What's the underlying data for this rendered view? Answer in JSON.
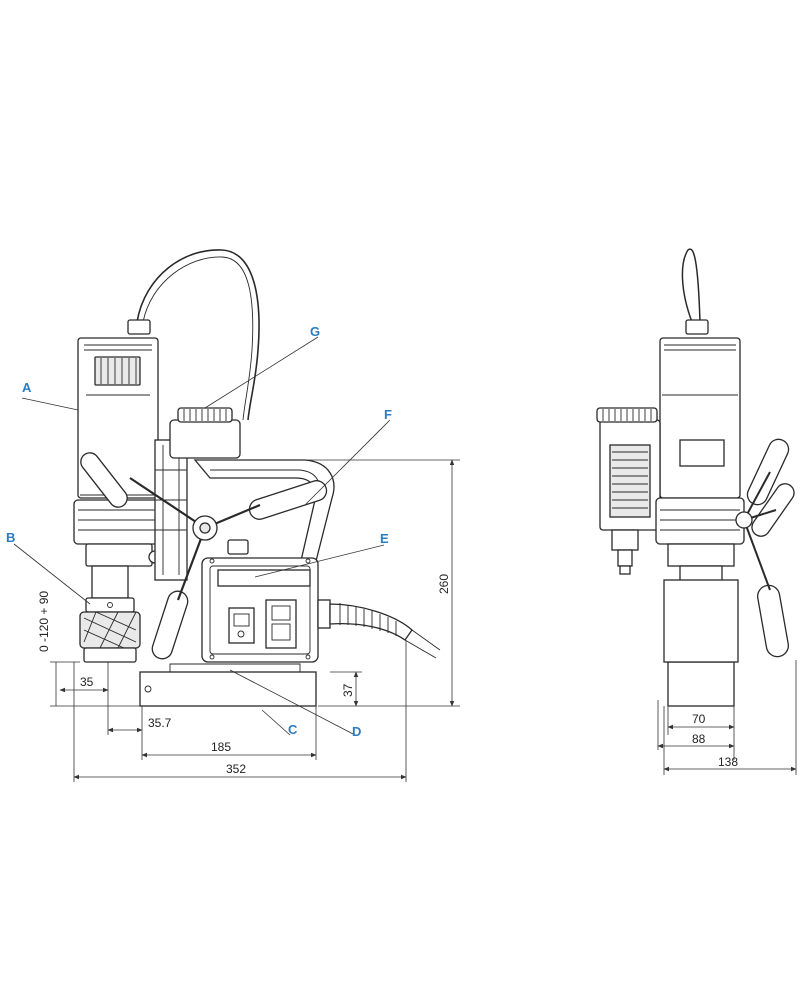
{
  "callouts": {
    "a": "A",
    "b": "B",
    "c": "C",
    "d": "D",
    "e": "E",
    "f": "F",
    "g": "G"
  },
  "dimensions": {
    "stroke_range": "0 -120 + 90",
    "spindle_offset": "35",
    "height_total": "260",
    "base_height": "37",
    "offset_35_7": "35.7",
    "base_length": "185",
    "overall_length": "352",
    "side_70": "70",
    "side_88": "88",
    "side_138": "138"
  },
  "colors": {
    "callout": "#2c7cc2",
    "line": "#2a2a2a"
  }
}
